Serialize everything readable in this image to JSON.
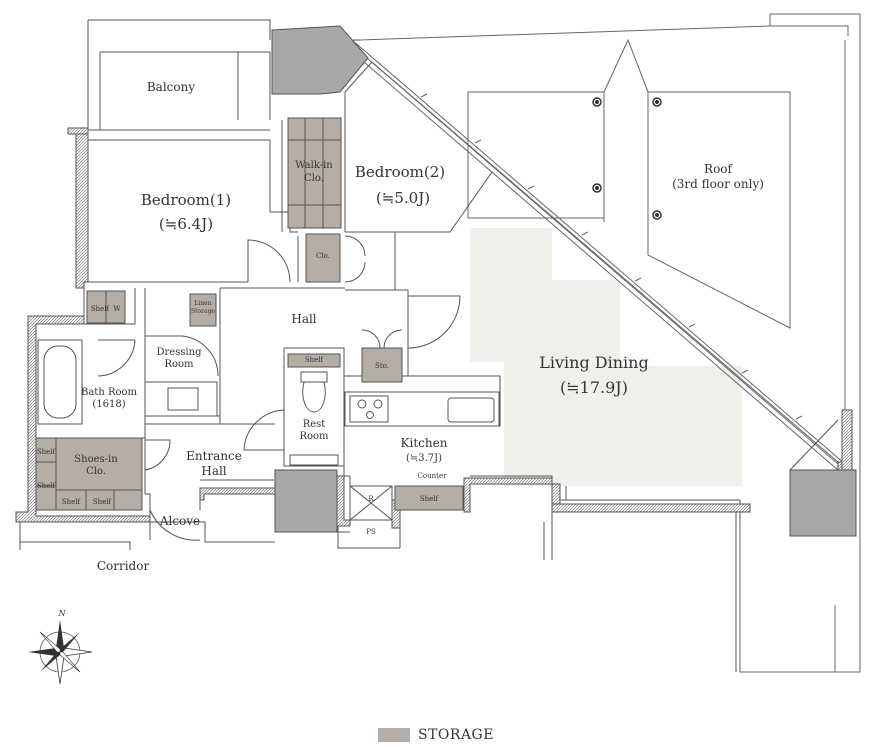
{
  "rooms": {
    "balcony": "Balcony",
    "bedroom1_name": "Bedroom(1)",
    "bedroom1_size": "(≒6.4J)",
    "walkin_line1": "Walk-in",
    "walkin_line2": "Clo.",
    "bedroom2_name": "Bedroom(2)",
    "bedroom2_size": "(≒5.0J)",
    "roof_line1": "Roof",
    "roof_line2": "(3rd floor only)",
    "clo": "Clo.",
    "shelf_w_shelf": "Shelf",
    "shelf_w_w": "W",
    "linen_line1": "Linen",
    "linen_line2": "Storage",
    "hall": "Hall",
    "dressing_line1": "Dressing",
    "dressing_line2": "Room",
    "bath_line1": "Bath Room",
    "bath_line2": "(1618)",
    "rest_shelf": "Shelf",
    "rest_line1": "Rest",
    "rest_line2": "Room",
    "sto": "Sto.",
    "living_name": "Living Dining",
    "living_size": "(≒17.9J)",
    "kitchen_name": "Kitchen",
    "kitchen_size": "(≒3.7J)",
    "counter": "Counter",
    "kitchen_shelf": "Shelf",
    "shoes_line1": "Shoes-in",
    "shoes_line2": "Clo.",
    "shoes_shelf_a": "Shelf",
    "shoes_shelf_b": "Shelf",
    "shoes_shelf_c": "Shelf",
    "shoes_shelf_d": "Shelf",
    "entrance_line1": "Entrance",
    "entrance_line2": "Hall",
    "alcove": "Alcove",
    "corridor": "Corridor",
    "r_mark": "R",
    "ps": "PS"
  },
  "compass": {
    "north": "N"
  },
  "legend": {
    "storage": "STORAGE"
  },
  "colors": {
    "storage": "#b5aea6",
    "wall": "#a8a8a8",
    "living_highlight": "#f1efe9",
    "line": "#555555"
  }
}
